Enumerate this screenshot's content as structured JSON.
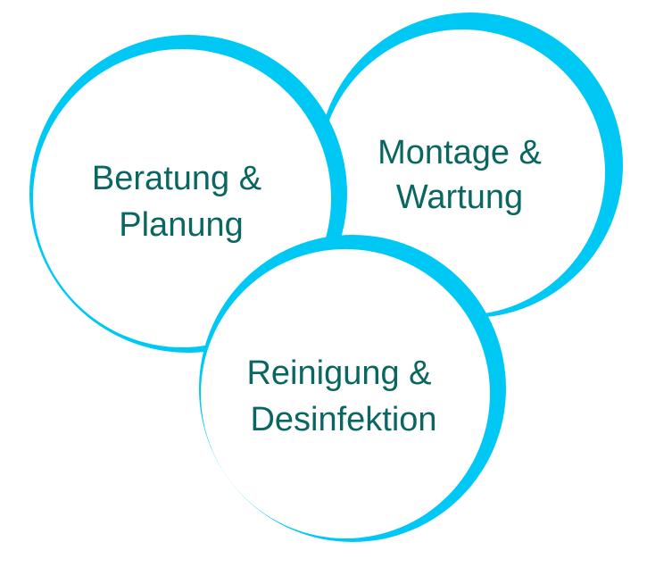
{
  "colors": {
    "ring": "#00c8f5",
    "text": "#0a6660",
    "fill": "#ffffff"
  },
  "circles": [
    {
      "id": "montage",
      "lines": [
        "Montage &",
        "Wartung"
      ]
    },
    {
      "id": "beratung",
      "lines": [
        "Beratung &",
        "Planung"
      ]
    },
    {
      "id": "reinigung",
      "lines": [
        "Reinigung &",
        "Desinfektion"
      ]
    }
  ]
}
